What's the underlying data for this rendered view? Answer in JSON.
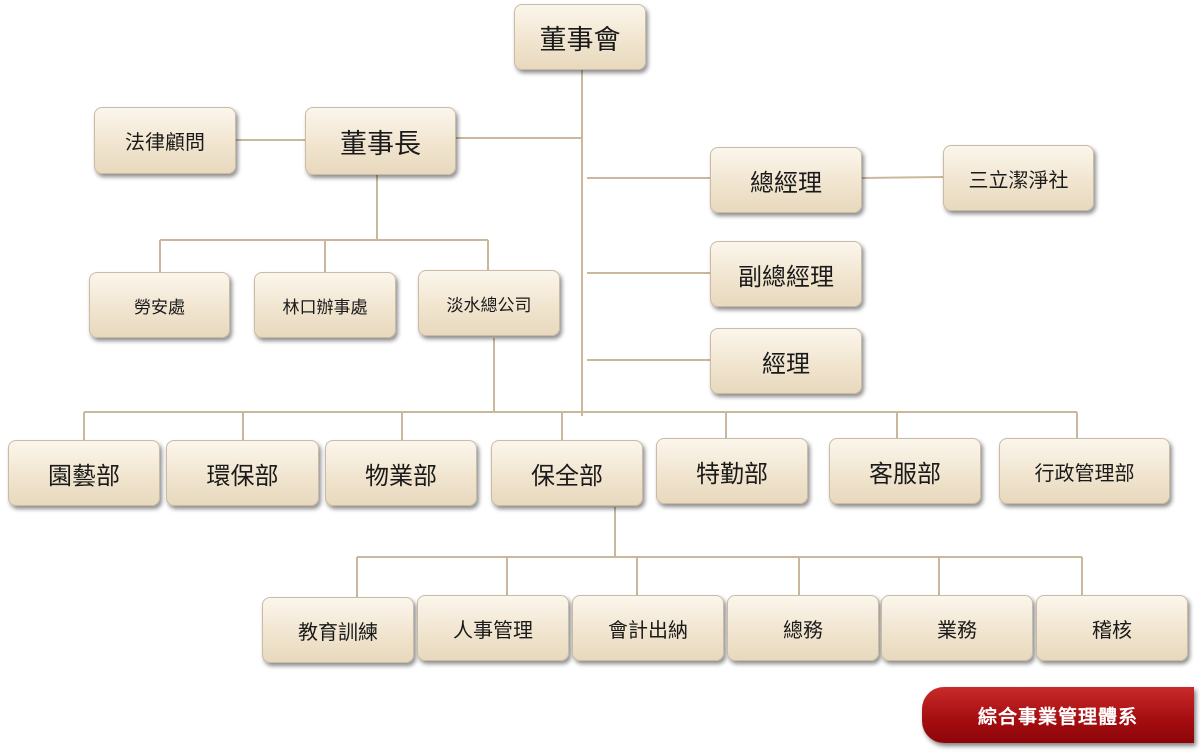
{
  "org": {
    "board": "董事會",
    "chairman": "董事長",
    "legal_advisor": "法律顧問",
    "general_manager": "總經理",
    "cleaning_company": "三立潔淨社",
    "deputy_general_manager": "副總經理",
    "manager": "經理",
    "offices": [
      "勞安處",
      "林口辦事處",
      "淡水總公司"
    ],
    "departments": [
      "園藝部",
      "環保部",
      "物業部",
      "保全部",
      "特勤部",
      "客服部",
      "行政管理部"
    ],
    "security_units": [
      "教育訓練",
      "人事管理",
      "會計出納",
      "總務",
      "業務",
      "稽核"
    ]
  },
  "footer": {
    "title": "綜合事業管理體系"
  },
  "colors": {
    "line": "#c9b89c",
    "box_top": "#fbf6ec",
    "box_bottom": "#e8d9bd",
    "tag_red": "#a40d10"
  }
}
